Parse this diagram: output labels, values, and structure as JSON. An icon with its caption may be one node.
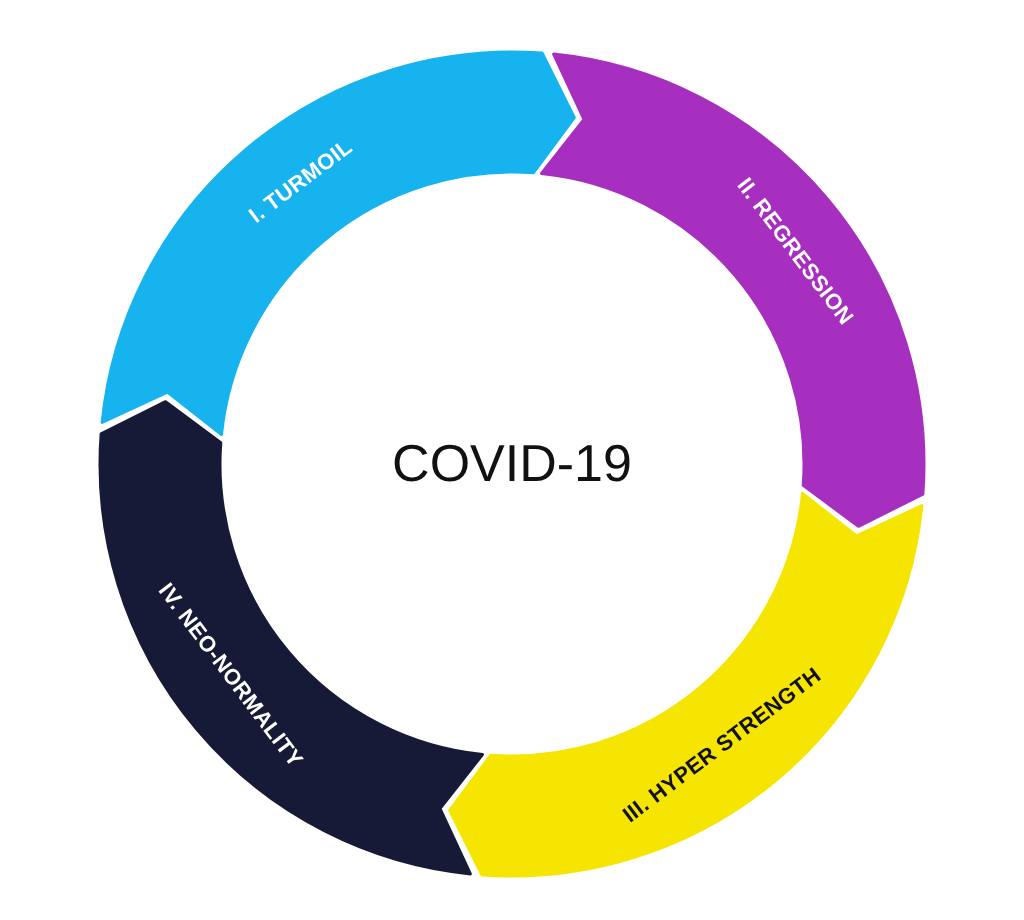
{
  "diagram": {
    "nodes": [
      {
        "text": [
          "I. TURMOIL"
        ]
      },
      {
        "text": [
          "II. REGRESSION"
        ]
      },
      {
        "text": [
          "III. HYPER STRENGTH"
        ]
      },
      {
        "text": [
          "IV. NEO-NORMALITY"
        ]
      }
    ],
    "labels": [
      "COVID-19"
    ]
  }
}
